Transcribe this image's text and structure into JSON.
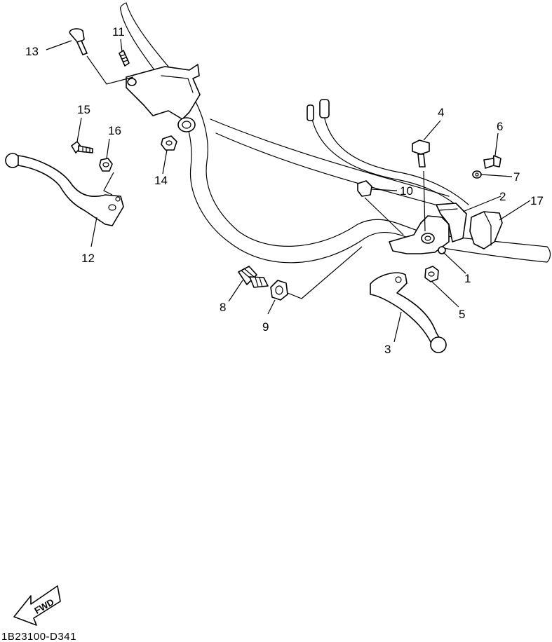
{
  "diagram": {
    "drawing_code": "1B23100-D341",
    "direction_badge": "FWD",
    "callouts": [
      {
        "id": "1",
        "label": "1"
      },
      {
        "id": "2",
        "label": "2"
      },
      {
        "id": "3",
        "label": "3"
      },
      {
        "id": "4",
        "label": "4"
      },
      {
        "id": "5",
        "label": "5"
      },
      {
        "id": "6",
        "label": "6"
      },
      {
        "id": "7",
        "label": "7"
      },
      {
        "id": "8",
        "label": "8"
      },
      {
        "id": "9",
        "label": "9"
      },
      {
        "id": "10",
        "label": "10"
      },
      {
        "id": "11",
        "label": "11"
      },
      {
        "id": "12",
        "label": "12"
      },
      {
        "id": "13",
        "label": "13"
      },
      {
        "id": "14",
        "label": "14"
      },
      {
        "id": "15",
        "label": "15"
      },
      {
        "id": "16",
        "label": "16"
      },
      {
        "id": "17",
        "label": "17"
      }
    ]
  }
}
